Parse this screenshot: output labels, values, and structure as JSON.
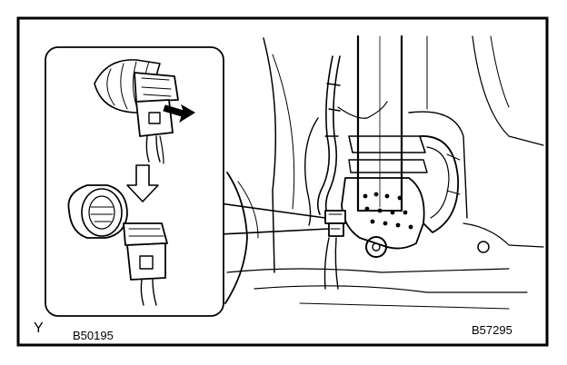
{
  "figure": {
    "corner_letter": "Y",
    "inset_code": "B50195",
    "main_code": "B57295",
    "colors": {
      "ink": "#000000",
      "paper": "#ffffff"
    }
  }
}
